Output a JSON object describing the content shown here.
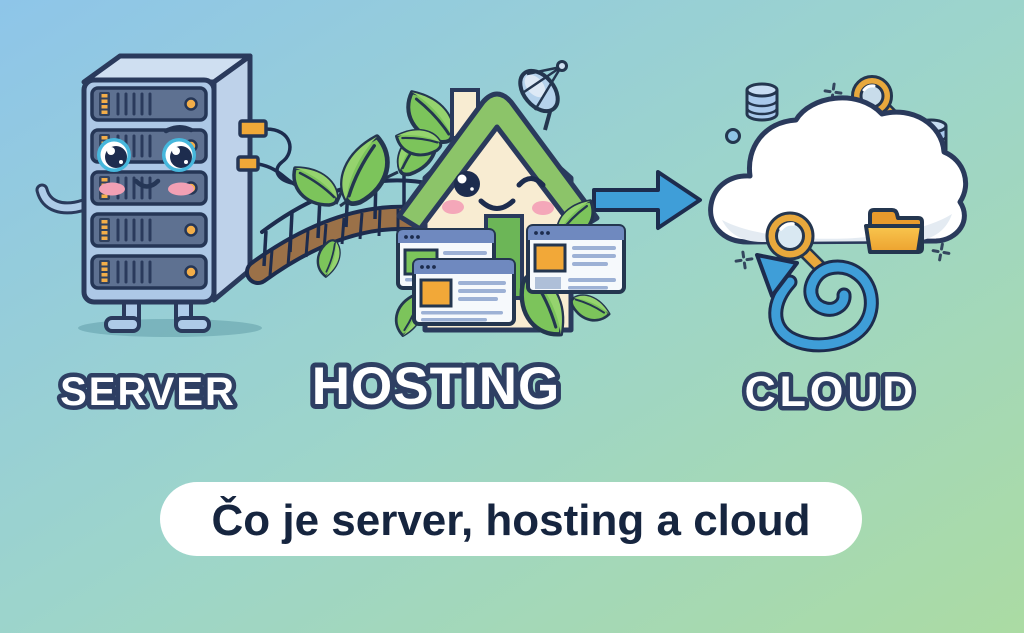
{
  "labels": {
    "server": "SERVER",
    "hosting": "HOSTING",
    "cloud": "CLOUD"
  },
  "caption": {
    "text": "Čo je server, hosting a cloud"
  },
  "colors": {
    "background_start": "#8ec5e9",
    "background_mid": "#9dd5ca",
    "background_end": "#abdba3",
    "outline_navy": "#2a3a5c",
    "accent_blue": "#3f9ed8",
    "roof_green": "#8cc469",
    "leaf_green": "#7cc45b",
    "accent_orange": "#f2a838",
    "house_cream": "#f8ecd2",
    "server_body_blue": "#adc8e6",
    "rack_unit_slate": "#5e7191",
    "bridge_brown": "#9b7148",
    "cloud_white": "#ffffff",
    "label_fill": "#ffffff",
    "label_outline": "#2e3f63",
    "caption_text_color": "#16253f",
    "caption_pill_color": "#ffffff",
    "blush_pink": "#f2a0b4"
  },
  "icon_names": [
    "server-mascot-icon",
    "bridge-icon",
    "leaf-icon",
    "house-mascot-icon",
    "satellite-dish-icon",
    "browser-window-icon",
    "right-arrow-icon",
    "cloud-icon",
    "database-icon",
    "magnifier-icon",
    "folder-icon",
    "spiral-refresh-icon",
    "sparkle-icon"
  ]
}
